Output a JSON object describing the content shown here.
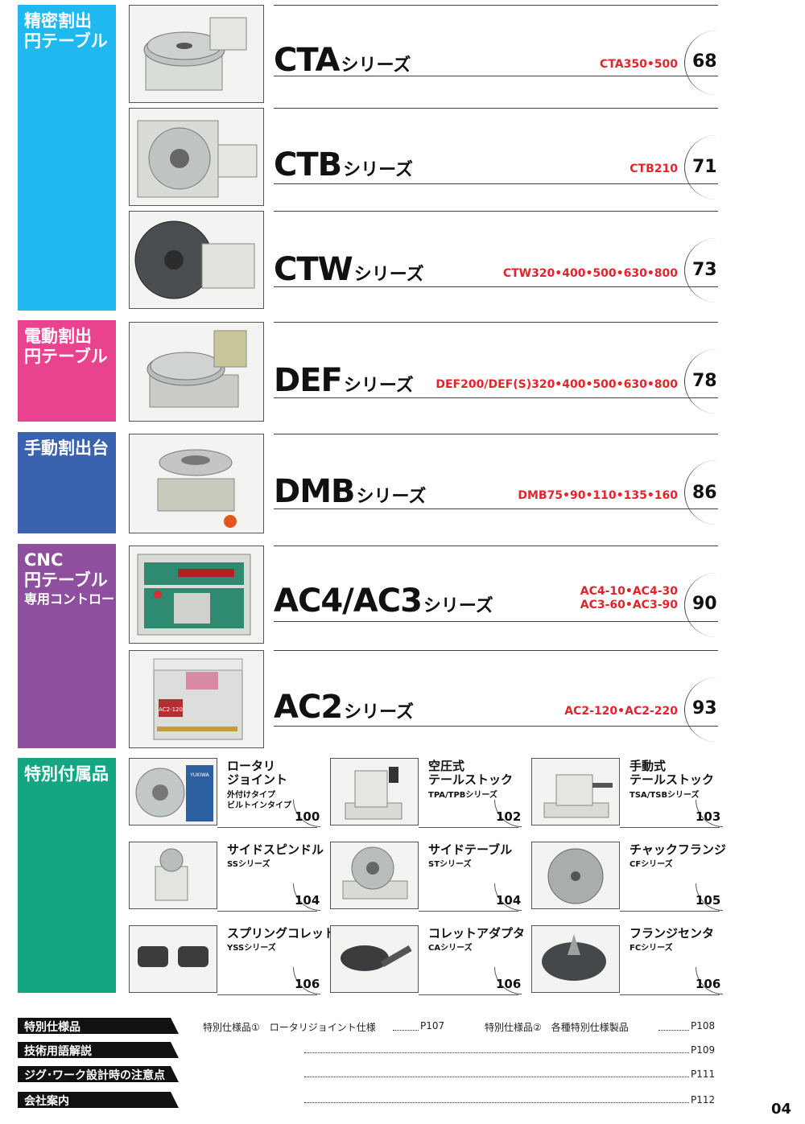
{
  "categories": [
    {
      "id": "precision",
      "lines": [
        "精密割出",
        "円テーブル"
      ],
      "color": "#1fb8ef"
    },
    {
      "id": "electric",
      "lines": [
        "電動割出",
        "円テーブル"
      ],
      "color": "#e9438f"
    },
    {
      "id": "manual",
      "lines": [
        "手動割出台"
      ],
      "color": "#3b62ae"
    },
    {
      "id": "cnc",
      "lines": [
        "CNC",
        "円テーブル",
        "専用コントローラ"
      ],
      "color": "#8e4f9e"
    },
    {
      "id": "accessories",
      "lines": [
        "特別付属品"
      ],
      "color": "#14a683"
    }
  ],
  "series": [
    {
      "name": "CTA",
      "suffix": "シリーズ",
      "models": [
        "CTA350•500"
      ],
      "page": "68"
    },
    {
      "name": "CTB",
      "suffix": "シリーズ",
      "models": [
        "CTB210"
      ],
      "page": "71"
    },
    {
      "name": "CTW",
      "suffix": "シリーズ",
      "models": [
        "CTW320•400•500•630•800"
      ],
      "page": "73"
    },
    {
      "name": "DEF",
      "suffix": "シリーズ",
      "models": [
        "DEF200/DEF(S)320•400•500•630•800"
      ],
      "page": "78"
    },
    {
      "name": "DMB",
      "suffix": "シリーズ",
      "models": [
        "DMB75•90•110•135•160"
      ],
      "page": "86"
    },
    {
      "name": "AC4/AC3",
      "suffix": "シリーズ",
      "models": [
        "AC4-10•AC4-30",
        "AC3-60•AC3-90"
      ],
      "page": "90"
    },
    {
      "name": "AC2",
      "suffix": "シリーズ",
      "models": [
        "AC2-120•AC2-220"
      ],
      "page": "93"
    }
  ],
  "accessories": [
    {
      "title": [
        "ロータリ",
        "ジョイント"
      ],
      "sub": [
        "外付けタイプ",
        "ビルトインタイプ"
      ],
      "page": "100"
    },
    {
      "title": [
        "空圧式",
        "テールストック"
      ],
      "sub": [
        "TPA/TPBシリーズ"
      ],
      "page": "102"
    },
    {
      "title": [
        "手動式",
        "テールストック"
      ],
      "sub": [
        "TSA/TSBシリーズ"
      ],
      "page": "103"
    },
    {
      "title": [
        "サイドスピンドル"
      ],
      "sub": [
        "SSシリーズ"
      ],
      "page": "104"
    },
    {
      "title": [
        "サイドテーブル"
      ],
      "sub": [
        "STシリーズ"
      ],
      "page": "104"
    },
    {
      "title": [
        "チャックフランジ"
      ],
      "sub": [
        "CFシリーズ"
      ],
      "page": "105"
    },
    {
      "title": [
        "スプリングコレット"
      ],
      "sub": [
        "YSSシリーズ"
      ],
      "page": "106"
    },
    {
      "title": [
        "コレットアダプタ"
      ],
      "sub": [
        "CAシリーズ"
      ],
      "page": "106"
    },
    {
      "title": [
        "フランジセンタ"
      ],
      "sub": [
        "FCシリーズ"
      ],
      "page": "106"
    }
  ],
  "bottom": [
    {
      "label": "特別仕様品",
      "items": [
        {
          "text": "特別仕様品①　ロータリジョイント仕様",
          "page": "P107"
        },
        {
          "text": "特別仕様品②　各種特別仕様製品",
          "page": "P108"
        }
      ]
    },
    {
      "label": "技術用語解説",
      "items": [
        {
          "text": "",
          "page": "P109"
        }
      ]
    },
    {
      "label": "ジグ･ワーク設計時の注意点",
      "items": [
        {
          "text": "",
          "page": "P111"
        }
      ]
    },
    {
      "label": "会社案内",
      "items": [
        {
          "text": "",
          "page": "P112"
        }
      ]
    }
  ],
  "badge_labels": {
    "yukiwa": "YUKIWA",
    "ac120": "AC2-120"
  },
  "page_number": "04"
}
